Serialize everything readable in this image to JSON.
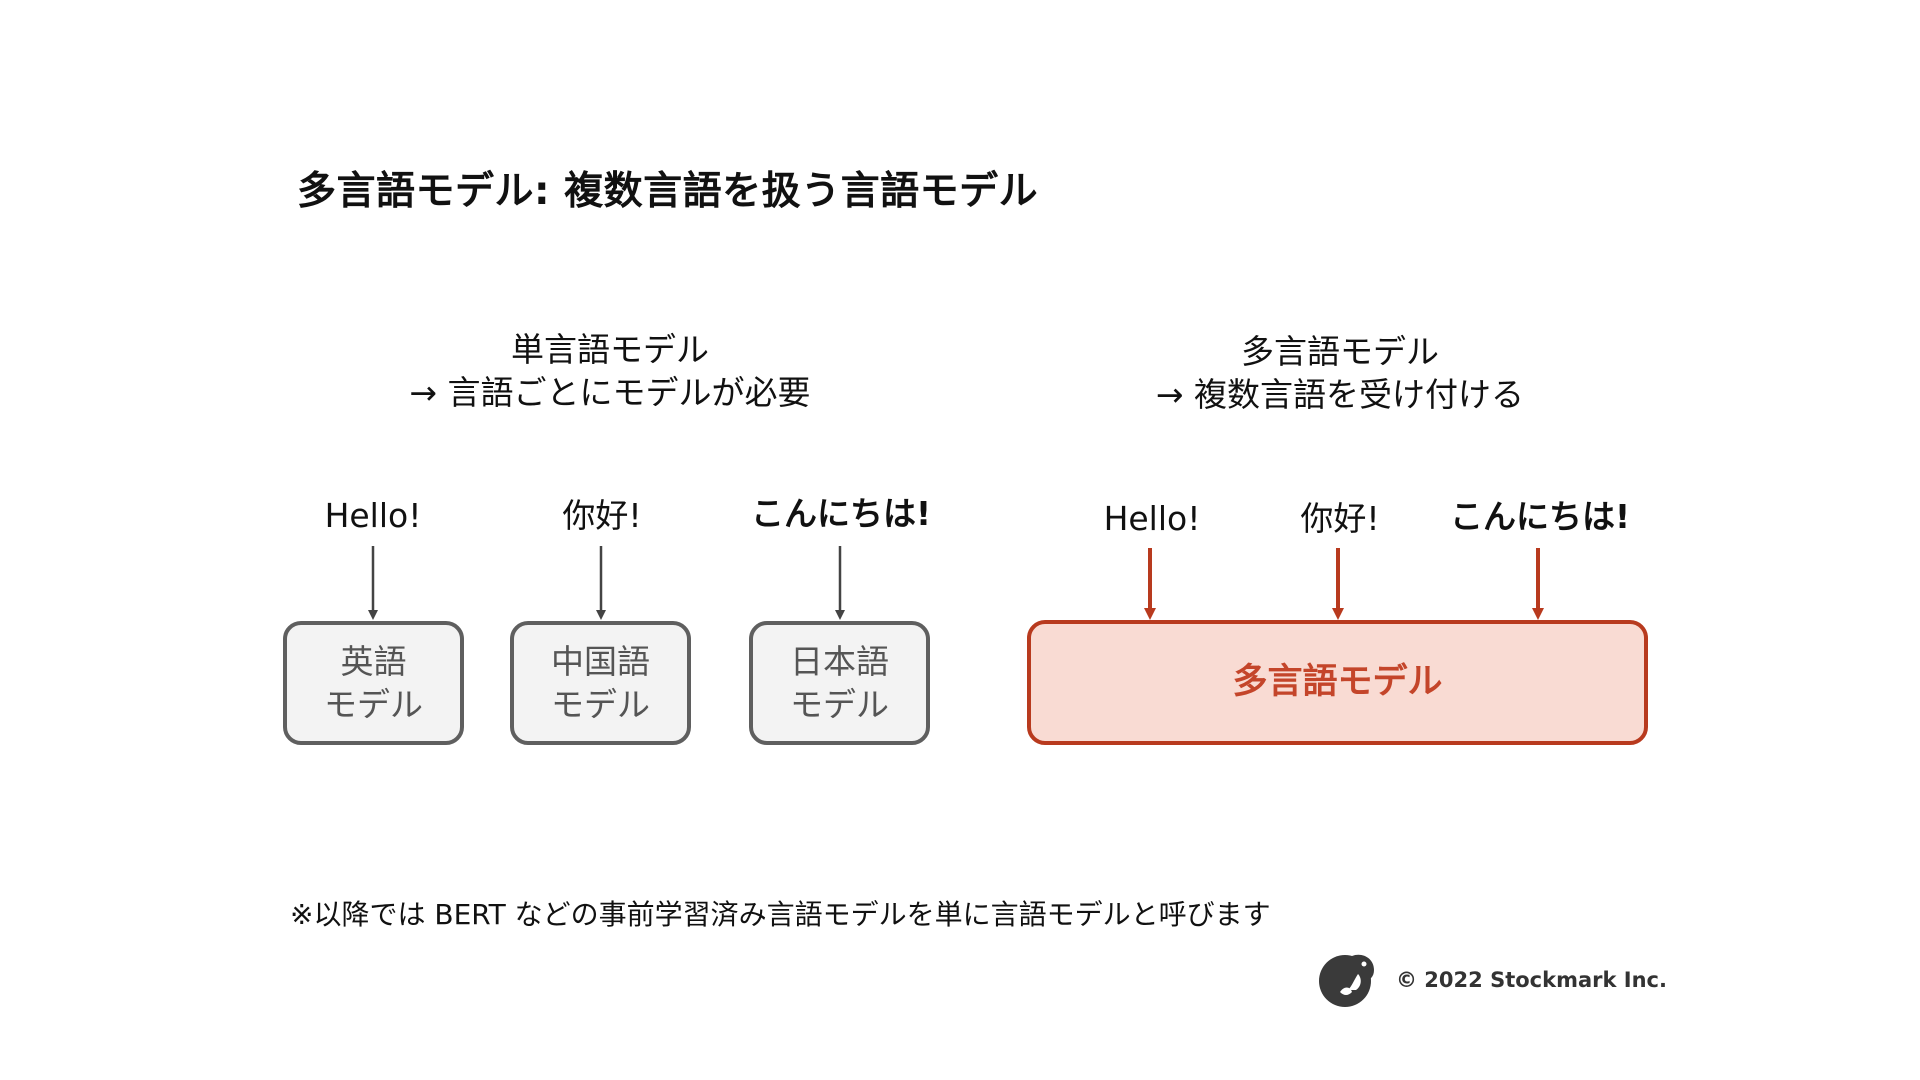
{
  "title": "多言語モデル: 複数言語を扱う言語モデル",
  "left_heading": {
    "line1": "単言語モデル",
    "line2": "→ 言語ごとにモデルが必要"
  },
  "right_heading": {
    "line1": "多言語モデル",
    "line2": "→ 複数言語を受け付ける"
  },
  "left_inputs": [
    "Hello!",
    "你好!",
    "こんにちは!"
  ],
  "left_models": [
    {
      "line1": "英語",
      "line2": "モデル"
    },
    {
      "line1": "中国語",
      "line2": "モデル"
    },
    {
      "line1": "日本語",
      "line2": "モデル"
    }
  ],
  "right_inputs": [
    "Hello!",
    "你好!",
    "こんにちは!"
  ],
  "right_model": "多言語モデル",
  "note": "※以降では BERT などの事前学習済み言語モデルを単に言語モデルと呼びます",
  "copyright": "© 2022 Stockmark Inc.",
  "colors": {
    "mono_border": "#5f5f5f",
    "mono_fill": "#f3f3f3",
    "multi_border": "#b83a1e",
    "multi_fill": "#f9dbd3",
    "multi_text": "#c4452a"
  },
  "icons": {
    "logo": "squirrel-logo-icon"
  }
}
